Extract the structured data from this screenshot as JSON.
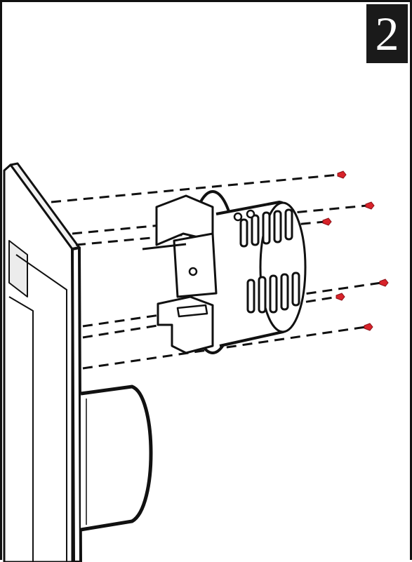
{
  "step": {
    "number": "2"
  },
  "colors": {
    "line": "#111111",
    "screw": "#d8232a",
    "badge_bg": "#1a1a1a",
    "badge_fg": "#ffffff",
    "shade": "#e9e9e9"
  },
  "icons": {
    "screw": "screw-icon",
    "mount": "mounting-bracket",
    "wall": "wall-housing"
  }
}
